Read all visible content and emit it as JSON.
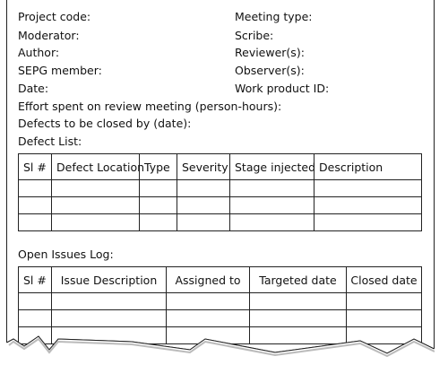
{
  "fields": {
    "project_code": "Project code:",
    "meeting_type": "Meeting type:",
    "moderator": "Moderator:",
    "scribe": "Scribe:",
    "author": "Author:",
    "reviewers": "Reviewer(s):",
    "sepg_member": "SEPG member:",
    "observers": "Observer(s):",
    "date": "Date:",
    "work_product_id": "Work product ID:",
    "effort": "Effort spent on review meeting (person-hours):",
    "defects_closed_by": "Defects to be closed by (date):"
  },
  "defect_list": {
    "title": "Defect List:",
    "columns": [
      "Sl #",
      "Defect Location",
      "Type",
      "Severity",
      "Stage injected",
      "Description"
    ],
    "empty_rows": 3
  },
  "open_issues": {
    "title": "Open Issues Log:",
    "columns": [
      "Sl #",
      "Issue Description",
      "Assigned to",
      "Targeted date",
      "Closed date"
    ],
    "empty_rows": 3
  }
}
